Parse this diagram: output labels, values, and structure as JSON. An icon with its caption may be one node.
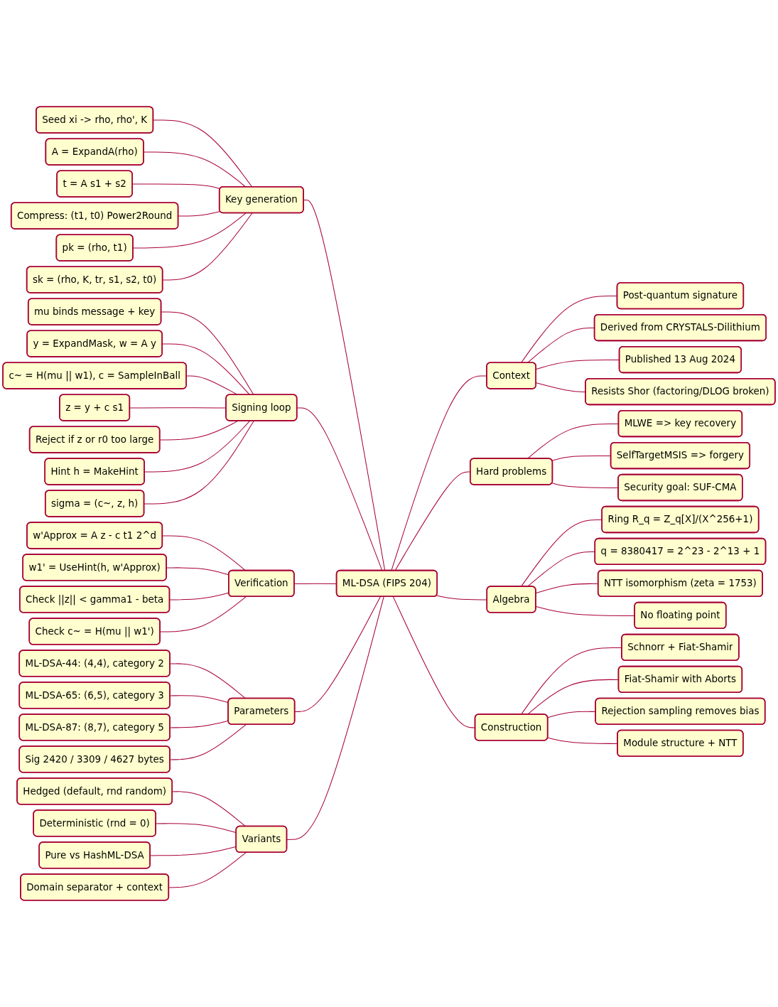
{
  "diagram": {
    "nodes": [
      {
        "text": [
          "ML-DSA (FIPS 204)"
        ]
      },
      {
        "text": [
          "Key generation"
        ]
      },
      {
        "text": [
          "Seed xi -> rho, rho', K"
        ]
      },
      {
        "text": [
          "A = ExpandA(rho)"
        ]
      },
      {
        "text": [
          "t = A s1 + s2"
        ]
      },
      {
        "text": [
          "Compress: (t1, t0) Power2Round"
        ]
      },
      {
        "text": [
          "pk = (rho, t1)"
        ]
      },
      {
        "text": [
          "sk = (rho, K, tr, s1, s2, t0)"
        ]
      },
      {
        "text": [
          "Signing loop"
        ]
      },
      {
        "text": [
          "mu binds message + key"
        ]
      },
      {
        "text": [
          "y = ExpandMask, w = A y"
        ]
      },
      {
        "text": [
          "c~ = H(mu || w1), c = SampleInBall"
        ]
      },
      {
        "text": [
          "z = y + c s1"
        ]
      },
      {
        "text": [
          "Reject if z or r0 too large"
        ]
      },
      {
        "text": [
          "Hint h = MakeHint"
        ]
      },
      {
        "text": [
          "sigma = (c~, z, h)"
        ]
      },
      {
        "text": [
          "Verification"
        ]
      },
      {
        "text": [
          "w'Approx = A z - c t1 2^d"
        ]
      },
      {
        "text": [
          "w1' = UseHint(h, w'Approx)"
        ]
      },
      {
        "text": [
          "Check ||z|| < gamma1 - beta"
        ]
      },
      {
        "text": [
          "Check c~ = H(mu || w1')"
        ]
      },
      {
        "text": [
          "Parameters"
        ]
      },
      {
        "text": [
          "ML-DSA-44: (4,4), category 2"
        ]
      },
      {
        "text": [
          "ML-DSA-65: (6,5), category 3"
        ]
      },
      {
        "text": [
          "ML-DSA-87: (8,7), category 5"
        ]
      },
      {
        "text": [
          "Sig 2420 / 3309 / 4627 bytes"
        ]
      },
      {
        "text": [
          "Variants"
        ]
      },
      {
        "text": [
          "Hedged (default, rnd random)"
        ]
      },
      {
        "text": [
          "Deterministic (rnd = 0)"
        ]
      },
      {
        "text": [
          "Pure vs HashML-DSA"
        ]
      },
      {
        "text": [
          "Domain separator + context"
        ]
      },
      {
        "text": [
          "Context"
        ]
      },
      {
        "text": [
          "Post-quantum signature"
        ]
      },
      {
        "text": [
          "Derived from CRYSTALS-Dilithium"
        ]
      },
      {
        "text": [
          "Published 13 Aug 2024"
        ]
      },
      {
        "text": [
          "Resists Shor (factoring/DLOG broken)"
        ]
      },
      {
        "text": [
          "Hard problems"
        ]
      },
      {
        "text": [
          "MLWE => key recovery"
        ]
      },
      {
        "text": [
          "SelfTargetMSIS => forgery"
        ]
      },
      {
        "text": [
          "Security goal: SUF-CMA"
        ]
      },
      {
        "text": [
          "Algebra"
        ]
      },
      {
        "text": [
          "Ring R_q = Z_q[X]/(X^256+1)"
        ]
      },
      {
        "text": [
          "q = 8380417 = 2^23 - 2^13 + 1"
        ]
      },
      {
        "text": [
          "NTT isomorphism (zeta = 1753)"
        ]
      },
      {
        "text": [
          "No floating point"
        ]
      },
      {
        "text": [
          "Construction"
        ]
      },
      {
        "text": [
          "Schnorr + Fiat-Shamir"
        ]
      },
      {
        "text": [
          "Fiat-Shamir with Aborts"
        ]
      },
      {
        "text": [
          "Rejection sampling removes bias"
        ]
      },
      {
        "text": [
          "Module structure + NTT"
        ]
      }
    ],
    "edges": [
      {
        "from": 2,
        "to": 1,
        "arrow": "none"
      },
      {
        "from": 3,
        "to": 1,
        "arrow": "none"
      },
      {
        "from": 4,
        "to": 1,
        "arrow": "none"
      },
      {
        "from": 5,
        "to": 1,
        "arrow": "none"
      },
      {
        "from": 6,
        "to": 1,
        "arrow": "none"
      },
      {
        "from": 7,
        "to": 1,
        "arrow": "none"
      },
      {
        "from": 1,
        "to": 0,
        "arrow": "none"
      },
      {
        "from": 9,
        "to": 8,
        "arrow": "none"
      },
      {
        "from": 10,
        "to": 8,
        "arrow": "none"
      },
      {
        "from": 11,
        "to": 8,
        "arrow": "none"
      },
      {
        "from": 12,
        "to": 8,
        "arrow": "none"
      },
      {
        "from": 13,
        "to": 8,
        "arrow": "none"
      },
      {
        "from": 14,
        "to": 8,
        "arrow": "none"
      },
      {
        "from": 15,
        "to": 8,
        "arrow": "none"
      },
      {
        "from": 8,
        "to": 0,
        "arrow": "none"
      },
      {
        "from": 17,
        "to": 16,
        "arrow": "none"
      },
      {
        "from": 18,
        "to": 16,
        "arrow": "none"
      },
      {
        "from": 19,
        "to": 16,
        "arrow": "none"
      },
      {
        "from": 20,
        "to": 16,
        "arrow": "none"
      },
      {
        "from": 16,
        "to": 0,
        "arrow": "none"
      },
      {
        "from": 22,
        "to": 21,
        "arrow": "none"
      },
      {
        "from": 23,
        "to": 21,
        "arrow": "none"
      },
      {
        "from": 24,
        "to": 21,
        "arrow": "none"
      },
      {
        "from": 25,
        "to": 21,
        "arrow": "none"
      },
      {
        "from": 21,
        "to": 0,
        "arrow": "none"
      },
      {
        "from": 27,
        "to": 26,
        "arrow": "none"
      },
      {
        "from": 28,
        "to": 26,
        "arrow": "none"
      },
      {
        "from": 29,
        "to": 26,
        "arrow": "none"
      },
      {
        "from": 30,
        "to": 26,
        "arrow": "none"
      },
      {
        "from": 26,
        "to": 0,
        "arrow": "none"
      },
      {
        "from": 0,
        "to": 31,
        "arrow": "none"
      },
      {
        "from": 31,
        "to": 32,
        "arrow": "none"
      },
      {
        "from": 31,
        "to": 33,
        "arrow": "none"
      },
      {
        "from": 31,
        "to": 34,
        "arrow": "none"
      },
      {
        "from": 31,
        "to": 35,
        "arrow": "none"
      },
      {
        "from": 0,
        "to": 36,
        "arrow": "none"
      },
      {
        "from": 36,
        "to": 37,
        "arrow": "none"
      },
      {
        "from": 36,
        "to": 38,
        "arrow": "none"
      },
      {
        "from": 36,
        "to": 39,
        "arrow": "none"
      },
      {
        "from": 0,
        "to": 40,
        "arrow": "none"
      },
      {
        "from": 40,
        "to": 41,
        "arrow": "none"
      },
      {
        "from": 40,
        "to": 42,
        "arrow": "none"
      },
      {
        "from": 40,
        "to": 43,
        "arrow": "none"
      },
      {
        "from": 40,
        "to": 44,
        "arrow": "none"
      },
      {
        "from": 0,
        "to": 45,
        "arrow": "none"
      },
      {
        "from": 45,
        "to": 46,
        "arrow": "none"
      },
      {
        "from": 45,
        "to": 47,
        "arrow": "none"
      },
      {
        "from": 45,
        "to": 48,
        "arrow": "none"
      },
      {
        "from": 45,
        "to": 49,
        "arrow": "none"
      }
    ]
  }
}
